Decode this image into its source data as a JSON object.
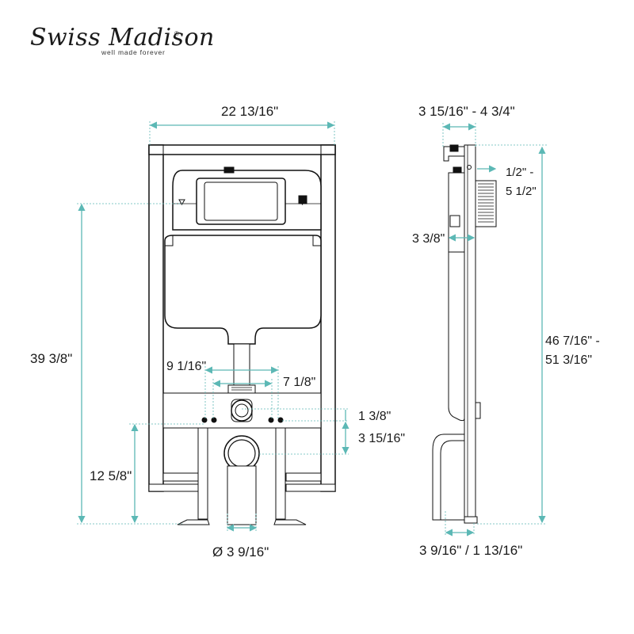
{
  "brand": {
    "name": "Swiss Madison",
    "registered": "®",
    "tagline": "well made forever"
  },
  "dimensions": {
    "width_total": "22 13/16\"",
    "height_front": "39 3/8\"",
    "flush_plate_offset_a": "9 1/16\"",
    "flush_plate_offset_b": "7 1/8\"",
    "inlet_height_a": "1 3/8\"",
    "inlet_height_b": "3 15/16\"",
    "outlet_height": "12 5/8\"",
    "outlet_diameter": "Ø 3 9/16\"",
    "side_depth": "3 15/16\" - 4 3/4\"",
    "side_adjust": "1/2\" - 5 1/2\"",
    "side_tank_depth": "3 3/8\"",
    "side_height": "46 7/16\" - 51 3/16\"",
    "side_bottom": "3 9/16\" / 1 13/16\""
  }
}
